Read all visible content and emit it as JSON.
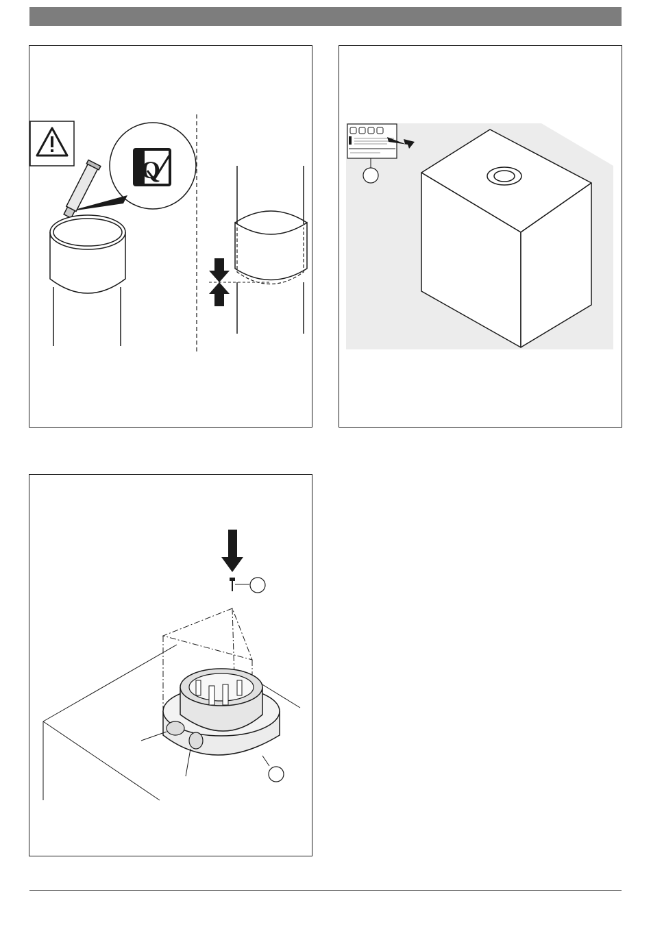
{
  "page": {
    "header_bar_color": "#7d7d7d",
    "footer_rule_color": "#555555"
  },
  "figures": [
    {
      "id": "pipe-lubrication-and-joint",
      "icons": [
        "warning-triangle-icon",
        "quality-check-seal-icon",
        "lubricant-tube-icon",
        "insertion-arrows-icon"
      ],
      "callouts": []
    },
    {
      "id": "appliance-rating-plate",
      "icons": [
        "rating-plate-icon",
        "pull-arrow-icon",
        "appliance-cabinet-icon"
      ],
      "callouts": [
        "",
        ""
      ]
    },
    {
      "id": "flue-adapter-mounting",
      "icons": [
        "push-down-arrow-icon",
        "screw-icon",
        "flue-adapter-icon",
        "appliance-top-icon"
      ],
      "callouts": [
        "",
        ""
      ]
    }
  ]
}
